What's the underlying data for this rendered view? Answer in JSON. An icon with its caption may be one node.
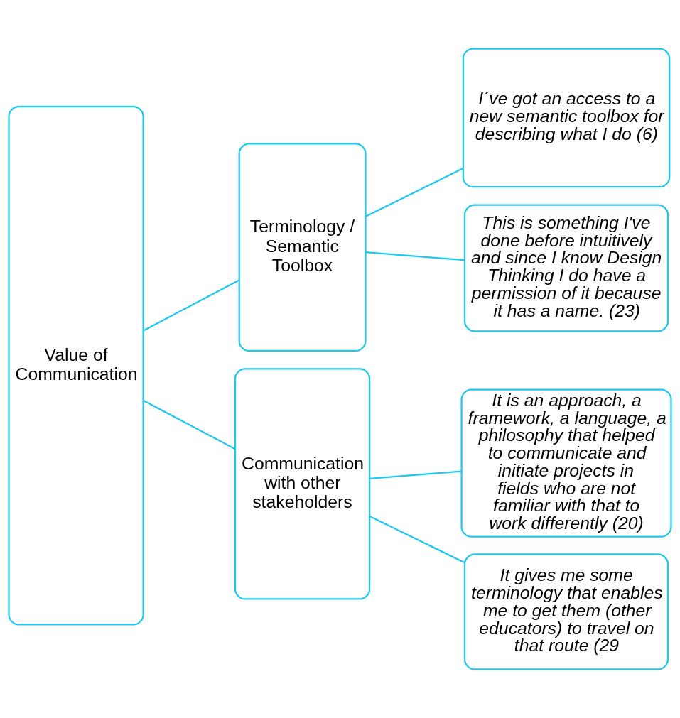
{
  "diagram": {
    "nodes": [
      {
        "text": [
          "Value of Communication"
        ]
      },
      {
        "text": [
          "Terminology / Semantic Toolbox"
        ]
      },
      {
        "text": [
          "Communication with other stakeholders"
        ]
      },
      {
        "text": [
          "I´ve got an access to a new semantic toolbox for describing what I do (6)"
        ]
      },
      {
        "text": [
          "This is something I've done before intuitively and since I know Design Thinking I do have a permission of it because it has a name. (23)"
        ]
      },
      {
        "text": [
          "It is an approach, a framework, a language, a philosophy that helped to communicate and initiate projects in fields who are not familiar with that to work differently (20)"
        ]
      },
      {
        "text": [
          "It gives me some terminology that enables me to get them (other educators) to travel on that route (29"
        ]
      }
    ],
    "edges": [
      {
        "from": 0,
        "to": 1,
        "arrow": "none"
      },
      {
        "from": 0,
        "to": 2,
        "arrow": "none"
      },
      {
        "from": 1,
        "to": 3,
        "arrow": "none"
      },
      {
        "from": 1,
        "to": 4,
        "arrow": "none"
      },
      {
        "from": 2,
        "to": 5,
        "arrow": "none"
      },
      {
        "from": 2,
        "to": 6,
        "arrow": "none"
      }
    ]
  }
}
